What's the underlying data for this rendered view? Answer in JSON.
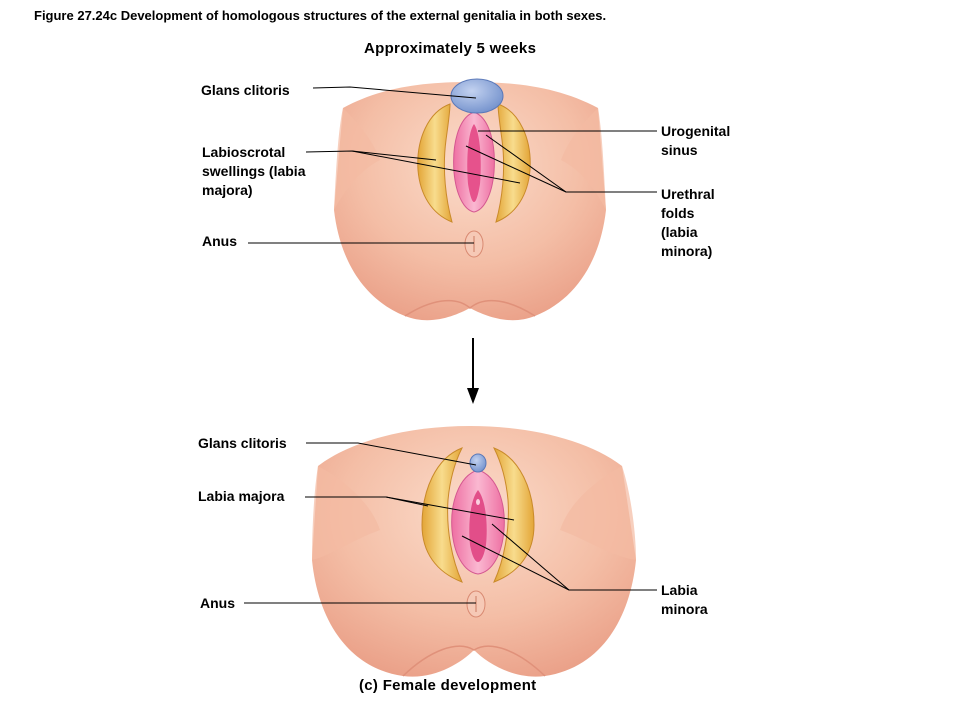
{
  "figure": {
    "title": "Figure 27.24c  Development of homologous structures of the external genitalia in both sexes.",
    "stage_heading": "Approximately  5 weeks",
    "caption": "(c) Female development"
  },
  "top_labels": {
    "glans_clitoris": "Glans  clitoris",
    "labioscrotal": "Labioscrotal swellings (labia majora)",
    "anus": "Anus",
    "urogenital_sinus": "Urogenital sinus",
    "urethral_folds": "Urethral folds (labia minora)"
  },
  "bottom_labels": {
    "glans_clitoris": "Glans  clitoris",
    "labia_majora": "Labia  majora",
    "anus": "Anus",
    "labia_minora": "Labia minora"
  },
  "colors": {
    "skin": "#f2b59e",
    "skin_light": "#fbd9c8",
    "fold_gold": "#eab54a",
    "fold_light": "#f7dc8c",
    "pink": "#f07fae",
    "pink_light": "#f9c0d6",
    "glans": "#8ea8d8"
  },
  "icons": {
    "arrow": "down-arrow-icon"
  }
}
